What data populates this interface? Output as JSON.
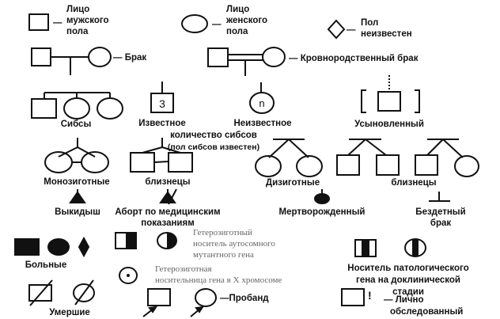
{
  "labels": {
    "male": [
      "Лицо",
      "мужского",
      "пола"
    ],
    "female": [
      "Лицо",
      "женского",
      "пола"
    ],
    "unknown_sex": [
      "Пол",
      "неизвестен"
    ],
    "dash": "—",
    "marriage": "— Брак",
    "consanguineous": "— Кровнородственный брак",
    "sibs": "Сибсы",
    "known": "Известное",
    "unknown": "Неизвестное",
    "sib_count": "количество сибсов",
    "sib_sex": "(пол сибсов известен)",
    "known_number": "3",
    "unknown_number": "n",
    "adopted": "Усыновленный",
    "monozygotic": "Монозиготные",
    "twins1": "близнецы",
    "dizygotic": "Дизиготные",
    "twins2": "близнецы",
    "miscarriage": "Выкидыш",
    "abortion": [
      "Аборт по медицинским",
      "показаниям"
    ],
    "stillborn": "Мертворожденный",
    "childless": [
      "Бездетный",
      "брак"
    ],
    "affected": "Больные",
    "het_autosomal": [
      "Гетерозиготный",
      "носитель аутосомного",
      "мутантного гена"
    ],
    "preclinical": [
      "Носитель патологического",
      "гена на доклинической",
      "стадии"
    ],
    "het_x": [
      "Гетерозиготная",
      "носительница гена в X хромосоме"
    ],
    "deceased": "Умершие",
    "proband": "—Пробанд",
    "examined_mark": "!",
    "examined": [
      "— Лично",
      "обследованный"
    ]
  }
}
